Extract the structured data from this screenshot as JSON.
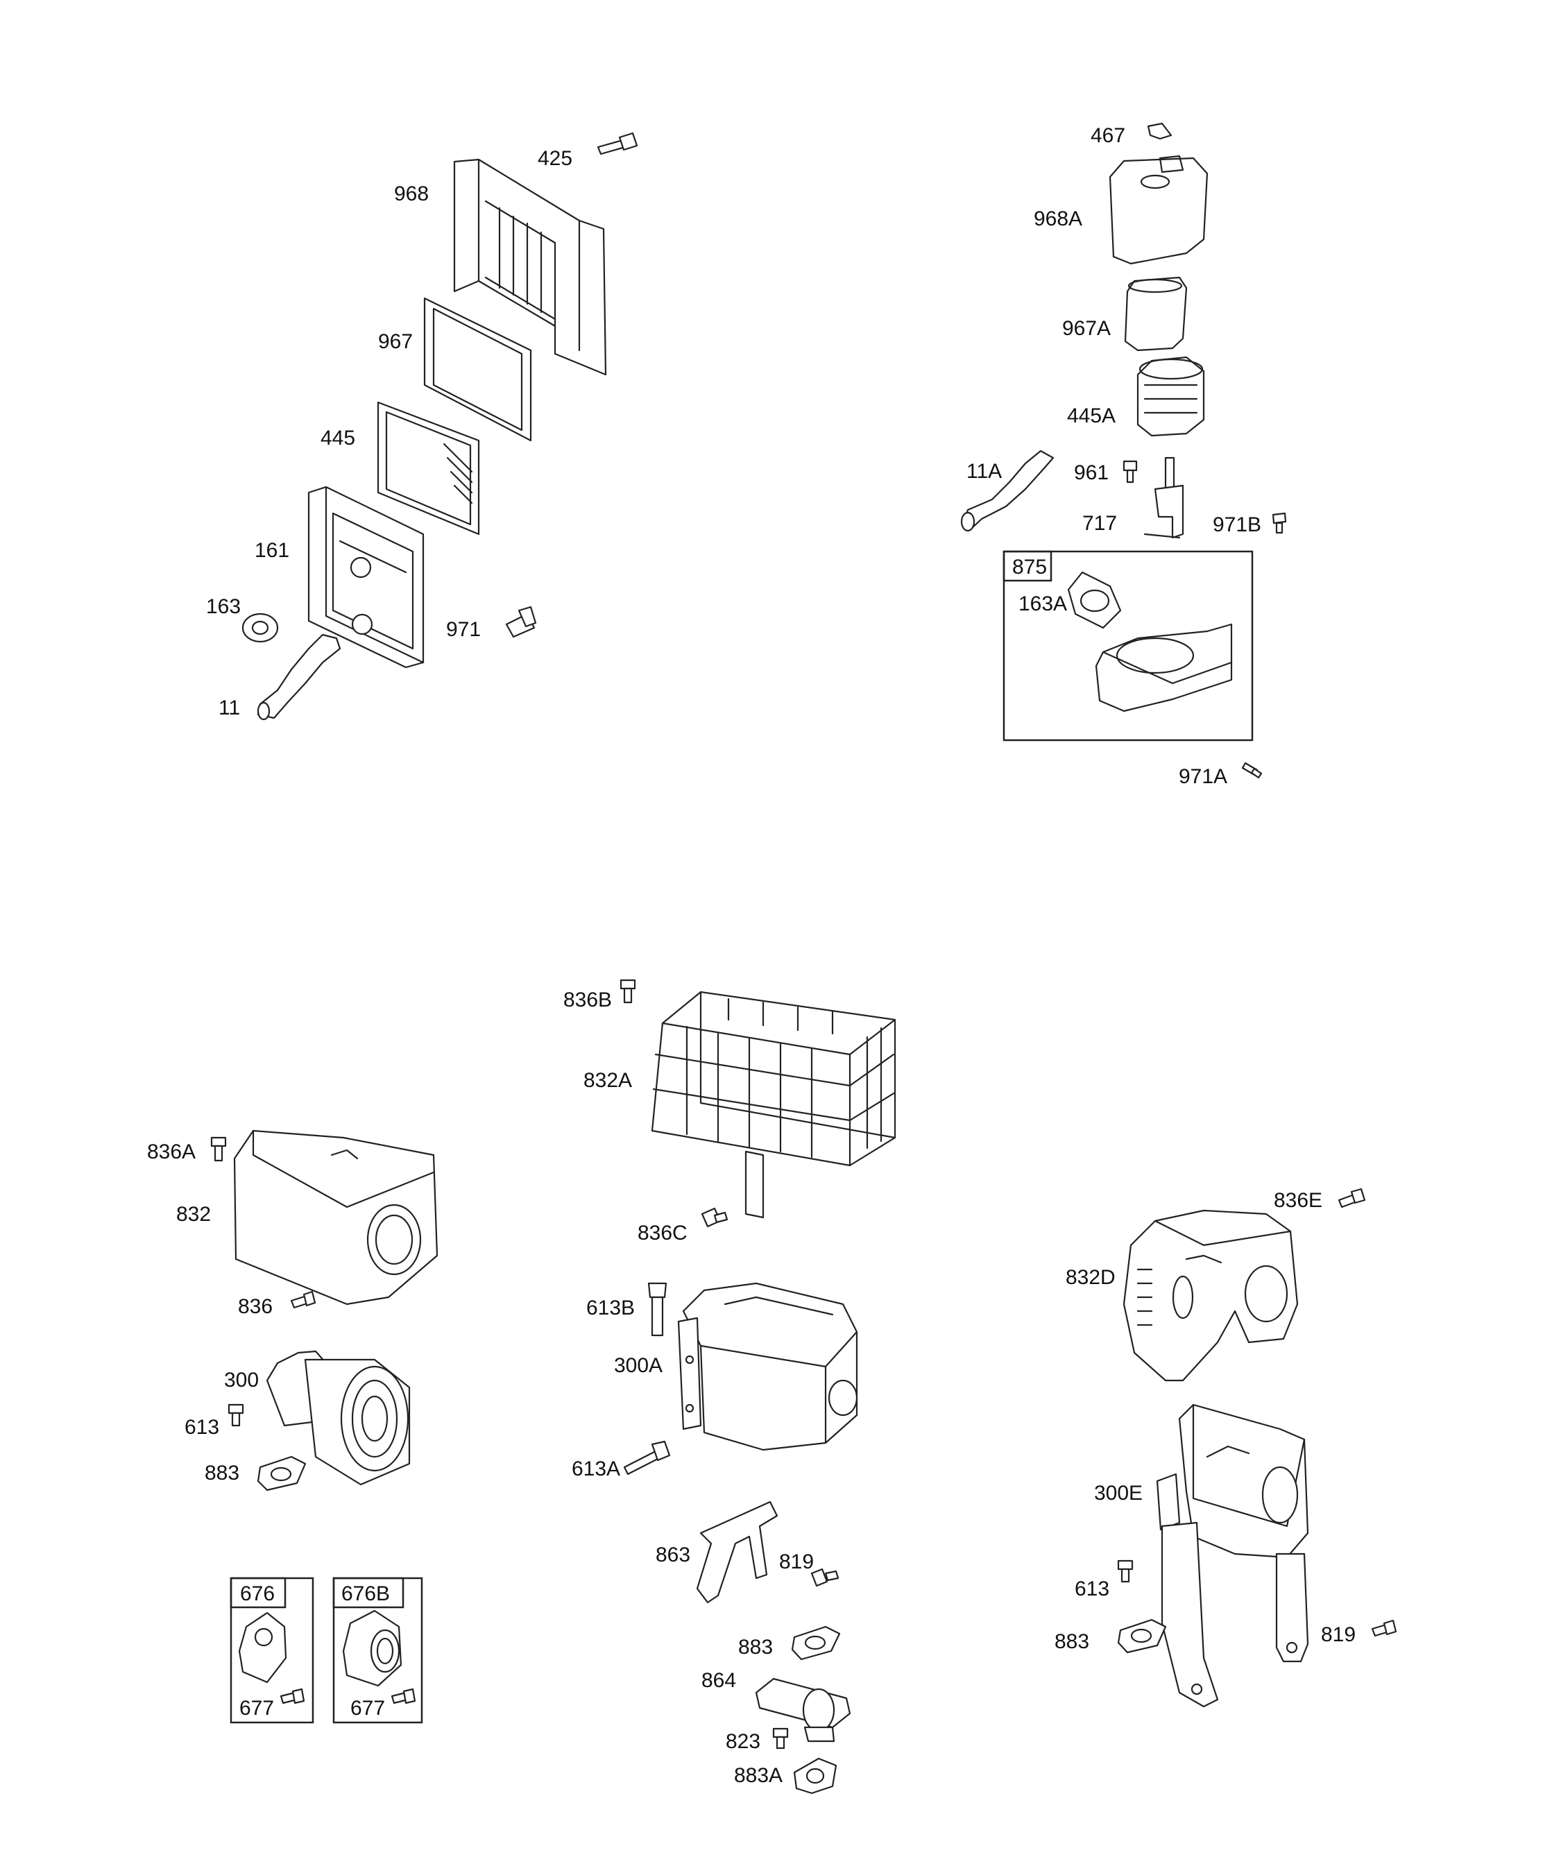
{
  "labels": {
    "p425": "425",
    "p968": "968",
    "p967": "967",
    "p445": "445",
    "p161": "161",
    "p163": "163",
    "p971": "971",
    "p11": "11",
    "p467": "467",
    "p968A": "968A",
    "p967A": "967A",
    "p445A": "445A",
    "p11A": "11A",
    "p961": "961",
    "p717": "717",
    "p971B": "971B",
    "p875": "875",
    "p163A": "163A",
    "p971A": "971A",
    "p836B": "836B",
    "p832A": "832A",
    "p836C": "836C",
    "p836A": "836A",
    "p832": "832",
    "p836": "836",
    "p300": "300",
    "p613": "613",
    "p883": "883",
    "p613B": "613B",
    "p300A": "300A",
    "p613A": "613A",
    "p863": "863",
    "p819": "819",
    "p883b": "883",
    "p864": "864",
    "p823": "823",
    "p883A": "883A",
    "p676": "676",
    "p677": "677",
    "p676B": "676B",
    "p677b": "677",
    "p836E": "836E",
    "p832D": "832D",
    "p300E": "300E",
    "p613b": "613",
    "p883c": "883",
    "p819b": "819"
  }
}
